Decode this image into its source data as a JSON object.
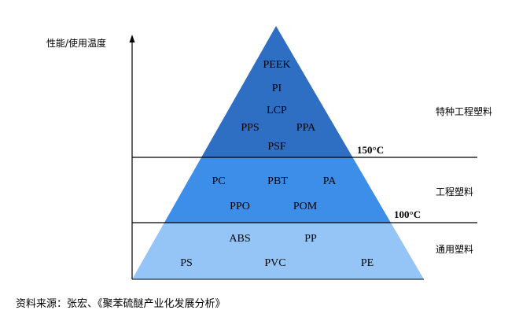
{
  "axis_label": "性能/使用温度",
  "tiers": [
    {
      "name": "特种工程塑料",
      "fill": "#2e6fc4",
      "threshold": "150°C",
      "materials": [
        "PEEK",
        "PI",
        "LCP",
        "PPS",
        "PPA",
        "PSF"
      ]
    },
    {
      "name": "工程塑料",
      "fill": "#3d8ee8",
      "threshold": "100°C",
      "materials": [
        "PC",
        "PBT",
        "PA",
        "PPO",
        "POM"
      ]
    },
    {
      "name": "通用塑料",
      "fill": "#95c5f6",
      "materials": [
        "ABS",
        "PP",
        "PS",
        "PVC",
        "PE"
      ]
    }
  ],
  "source": "资料来源：张宏、《聚苯硫醚产业化发展分析》"
}
